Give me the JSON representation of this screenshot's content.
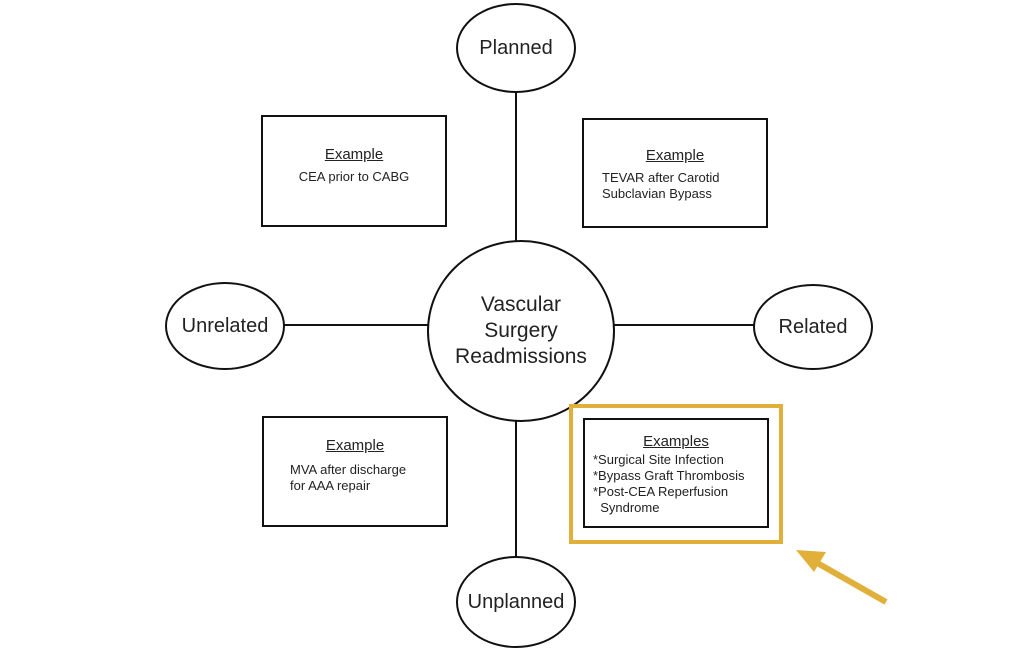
{
  "diagram": {
    "center": {
      "lines": [
        "Vascular",
        "Surgery",
        "Readmissions"
      ]
    },
    "nodes": {
      "top": "Planned",
      "bottom": "Unplanned",
      "left": "Unrelated",
      "right": "Related"
    },
    "boxes": {
      "top_left": {
        "heading": "Example",
        "lines": [
          "CEA prior to CABG"
        ]
      },
      "top_right": {
        "heading": "Example",
        "lines": [
          "TEVAR after Carotid",
          "Subclavian Bypass"
        ]
      },
      "bottom_left": {
        "heading": "Example",
        "lines": [
          "MVA after discharge",
          "for AAA repair"
        ]
      },
      "bottom_right": {
        "heading": "Examples",
        "lines": [
          "*Surgical Site Infection",
          "*Bypass Graft Thrombosis",
          "*Post-CEA Reperfusion",
          "  Syndrome"
        ]
      }
    },
    "highlight": {
      "target": "bottom_right",
      "color": "#e0b03a",
      "arrow_icon": "arrow-up-left-icon"
    }
  }
}
